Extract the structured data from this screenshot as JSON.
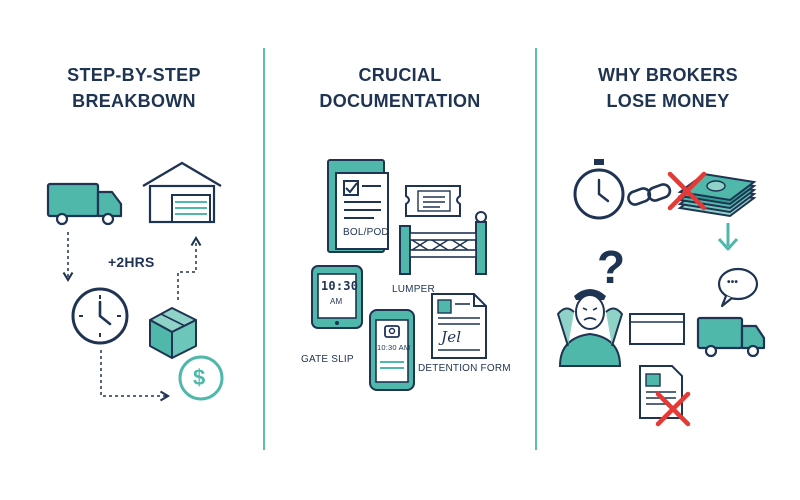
{
  "panels": [
    {
      "title_line1": "STEP-BY-STEP",
      "title_line2": "BREAKBOWN"
    },
    {
      "title_line1": "CRUCIAL",
      "title_line2": "DOCUMENTATION"
    },
    {
      "title_line1": "WHY BROKERS",
      "title_line2": "LOSE MONEY"
    }
  ],
  "step": {
    "delay_label": "+2HRS",
    "dollar_symbol": "$"
  },
  "docs": {
    "bol_label": "BOL/POD",
    "lumper_label": "LUMPER",
    "gate_slip_label": "GATE SLIP",
    "detention_label": "DETENTION FORM",
    "tablet_time": "10:30",
    "tablet_ampm": "AM",
    "phone_time": "10:30 AM",
    "signature": "Jel"
  },
  "loss": {
    "question_mark": "?",
    "chat_dots": "•••"
  },
  "colors": {
    "navy": "#1f3352",
    "teal": "#4fb8ab",
    "teal_light": "#8fd3c8",
    "red": "#e53935"
  }
}
